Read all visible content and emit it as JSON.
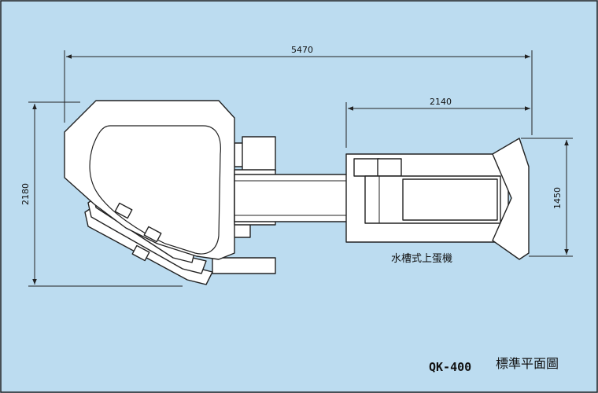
{
  "dimensions": {
    "overall_length": "5470",
    "unit_length": "2140",
    "overall_height": "2180",
    "unit_height": "1450"
  },
  "labels": {
    "unit_name": "水槽式上蛋機",
    "model": "QK-400",
    "title": "標準平面圖"
  },
  "colors": {
    "background": "#bcdcf0",
    "part_fill": "#ffffff",
    "line": "#222222"
  }
}
